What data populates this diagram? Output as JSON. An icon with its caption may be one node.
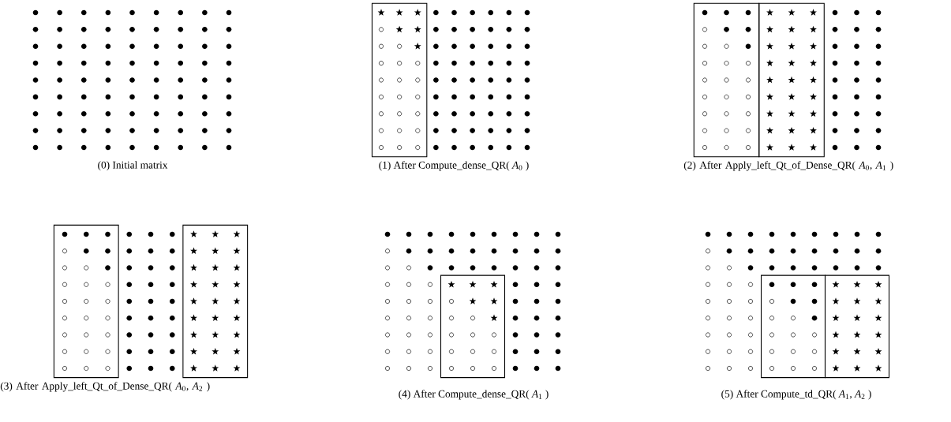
{
  "diagram": {
    "labels": [
      "(0) Initial matrix",
      "(1) After Compute_dense_QR( *A*$_{0}$ )",
      "(2) After Apply_left_Qt_of_Dense_QR( *A*$_{0}$, *A*$_{1}$ )",
      "(3) After Apply_left_Qt_of_Dense_QR( *A*$_{0}$, *A*$_{2}$ )",
      "(4) After Compute_dense_QR( *A*$_{1}$ )",
      "(5) After Compute_td_QR( *A*$_{1}$, *A*$_{2}$ )"
    ]
  }
}
